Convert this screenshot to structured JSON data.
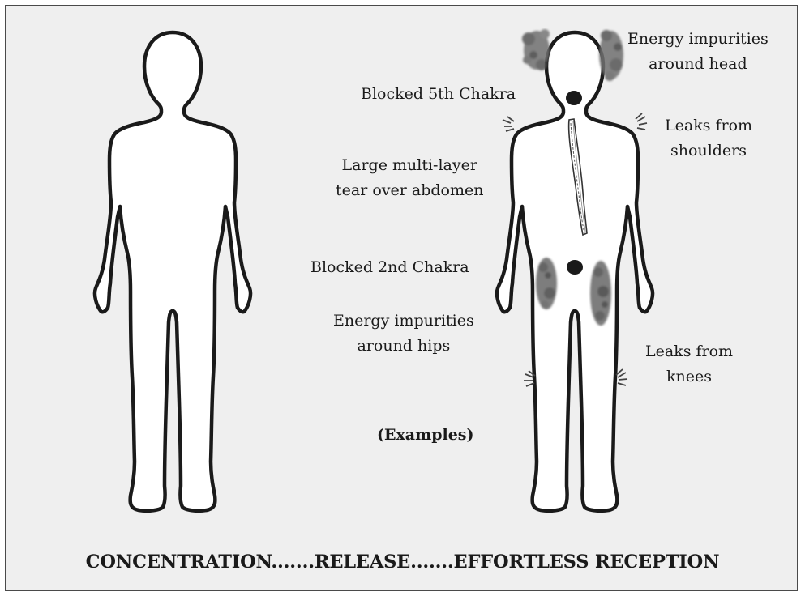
{
  "labels": {
    "head_impurities": [
      "Energy impurities",
      "around head"
    ],
    "blocked_5th": "Blocked 5th Chakra",
    "shoulder_leaks": [
      "Leaks from",
      "shoulders"
    ],
    "abdomen_tear": [
      "Large multi-layer",
      "tear over abdomen"
    ],
    "blocked_2nd": "Blocked 2nd Chakra",
    "hip_impurities": [
      "Energy impurities",
      "around hips"
    ],
    "knee_leaks": [
      "Leaks from",
      "knees"
    ],
    "examples": "(Examples)"
  },
  "caption": "CONCENTRATION.......RELEASE.......EFFORTLESS RECEPTION",
  "colors": {
    "background": "#efefef",
    "frame": "#4a4a4a",
    "outline": "#1a1a1a",
    "body_fill": "#ffffff",
    "chakra_dot": "#1a1a1a",
    "impurity": "#6f6f6f",
    "text": "#1a1a1a"
  },
  "icons": [
    "human-silhouette",
    "chakra-dot",
    "energy-cloud",
    "energy-leak",
    "energy-tear"
  ]
}
